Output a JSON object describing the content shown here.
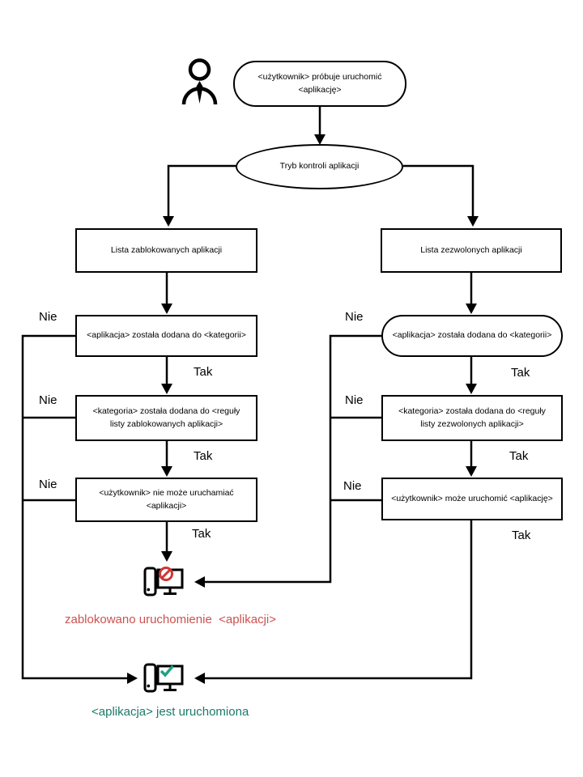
{
  "labels": {
    "no": "Nie",
    "yes": "Tak"
  },
  "nodes": {
    "start": {
      "lines": [
        "<użytkownik> próbuje uruchomić",
        "<aplikację>"
      ]
    },
    "mode": {
      "lines": [
        "Tryb kontroli aplikacji"
      ]
    },
    "blocked_list": {
      "lines": [
        "Lista zablokowanych aplikacji"
      ]
    },
    "allowed_list": {
      "lines": [
        "Lista zezwolonych aplikacji"
      ]
    },
    "blocked_app_in_category": {
      "lines": [
        "<aplikacja> została dodana do <kategorii>"
      ]
    },
    "blocked_category_in_rule": {
      "lines": [
        "<kategoria> została dodana do <reguły",
        "listy zablokowanych aplikacji>"
      ]
    },
    "blocked_user_cannot_run": {
      "lines": [
        "<użytkownik> nie może uruchamiać",
        "<aplikacji>"
      ]
    },
    "allowed_app_in_category": {
      "lines": [
        "<aplikacja> została dodana do <kategorii>"
      ]
    },
    "allowed_category_in_rule": {
      "lines": [
        "<kategoria> została dodana do <reguły",
        "listy zezwolonych aplikacji>"
      ]
    },
    "allowed_user_can_run": {
      "lines": [
        "<użytkownik> może uruchomić <aplikację>"
      ]
    }
  },
  "results": {
    "blocked": {
      "text": "zablokowano uruchomienie  <aplikacji>"
    },
    "running": {
      "text": "<aplikacja> jest uruchomiona"
    }
  },
  "icons": {
    "person": "user-icon",
    "blocked_computer": "computer-blocked-icon",
    "running_computer": "computer-running-icon"
  },
  "colors": {
    "line": "#000000",
    "prohibition_red": "#cb3837",
    "blocked_text_red": "#c9534f",
    "check_green": "#23a184",
    "running_text_green": "#1b7a68"
  }
}
